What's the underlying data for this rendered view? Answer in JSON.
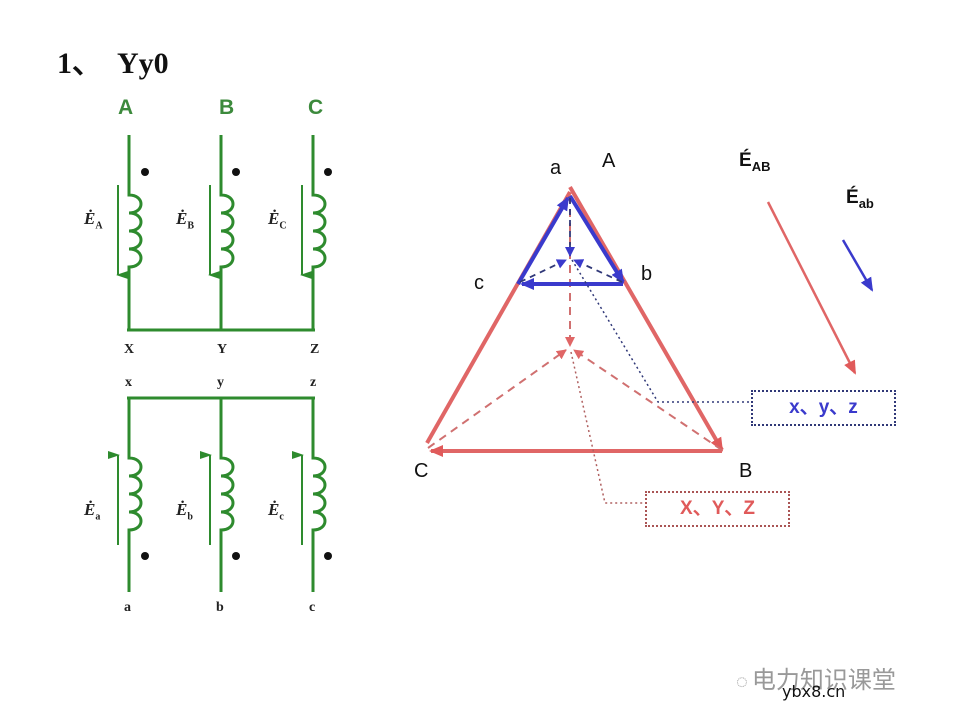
{
  "title": "1、  Yy0",
  "winding_diagram": {
    "primary_phases": [
      "A",
      "B",
      "C"
    ],
    "primary_neutral_terminals": [
      "X",
      "Y",
      "Z"
    ],
    "secondary_neutral_terminals": [
      "x",
      "y",
      "z"
    ],
    "secondary_phases": [
      "a",
      "b",
      "c"
    ],
    "primary_emfs": [
      {
        "base": "E",
        "sub": "A"
      },
      {
        "base": "E",
        "sub": "B"
      },
      {
        "base": "E",
        "sub": "C"
      }
    ],
    "secondary_emfs": [
      {
        "base": "E",
        "sub": "a"
      },
      {
        "base": "E",
        "sub": "b"
      },
      {
        "base": "E",
        "sub": "c"
      }
    ],
    "color": "#2e8b2e"
  },
  "phasor_diagram": {
    "upper_vertices": {
      "A": "A",
      "B": "B",
      "C": "C"
    },
    "lower_vertices": {
      "a": "a",
      "b": "b",
      "c": "c"
    },
    "upper_color": "#e06666",
    "lower_color": "#3a3acc",
    "lower_neutral_label": "x、y、z",
    "upper_neutral_label": "X、Y、Z"
  },
  "vectors": {
    "EAB": {
      "base": "É",
      "sub": "AB"
    },
    "Eab": {
      "base": "É",
      "sub": "ab"
    }
  },
  "watermark": {
    "text": "电力知识课堂",
    "site": "ybx8.cn"
  }
}
